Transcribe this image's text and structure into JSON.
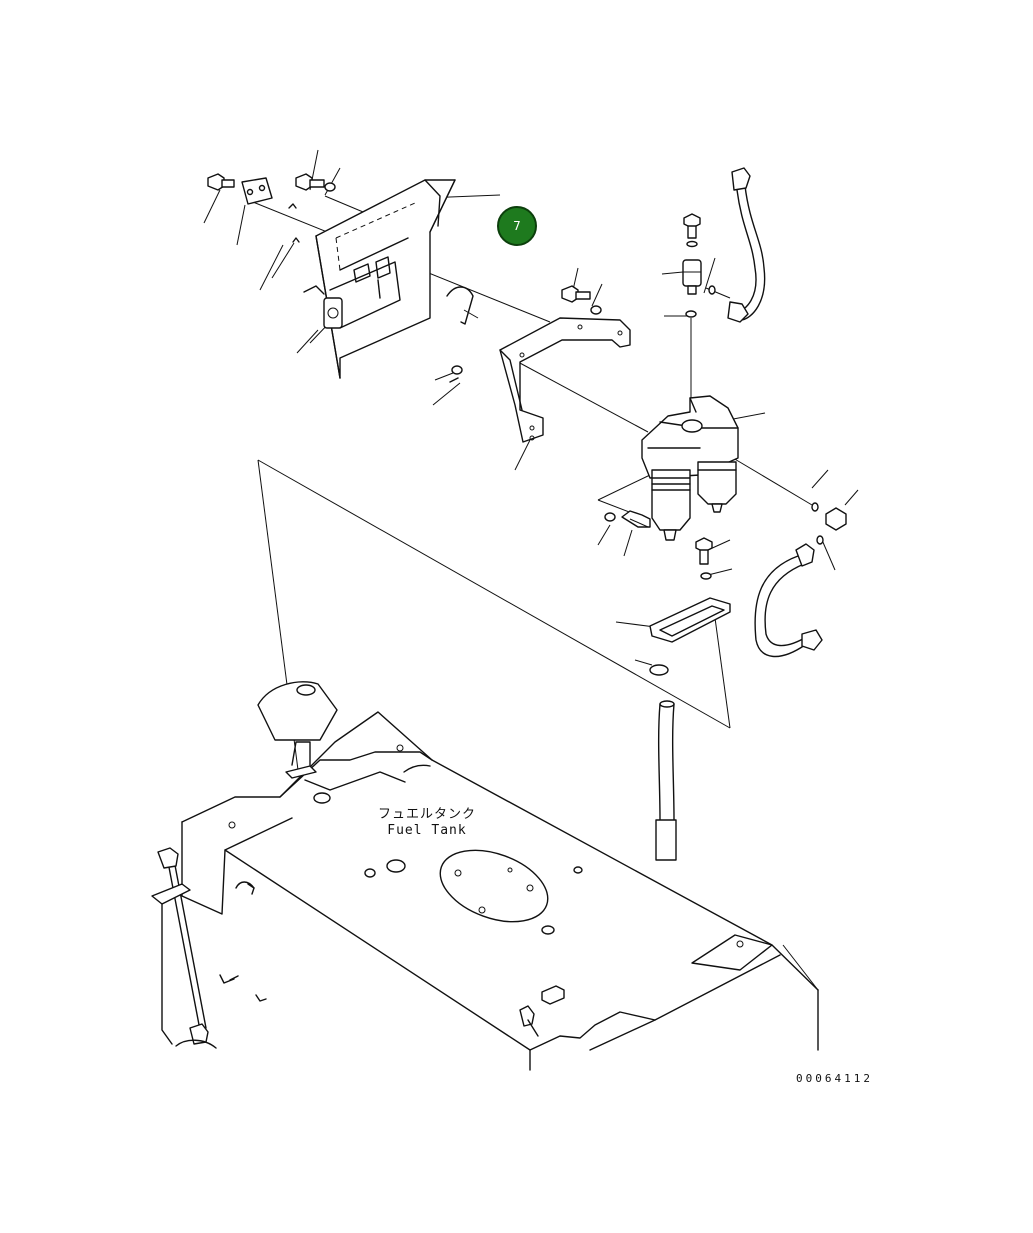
{
  "diagram": {
    "tank_label_jp": "フュエルタンク",
    "tank_label_en": "Fuel Tank",
    "drawing_number": "00064112",
    "callout": {
      "label": "7",
      "color": "#1e7a1e"
    }
  }
}
